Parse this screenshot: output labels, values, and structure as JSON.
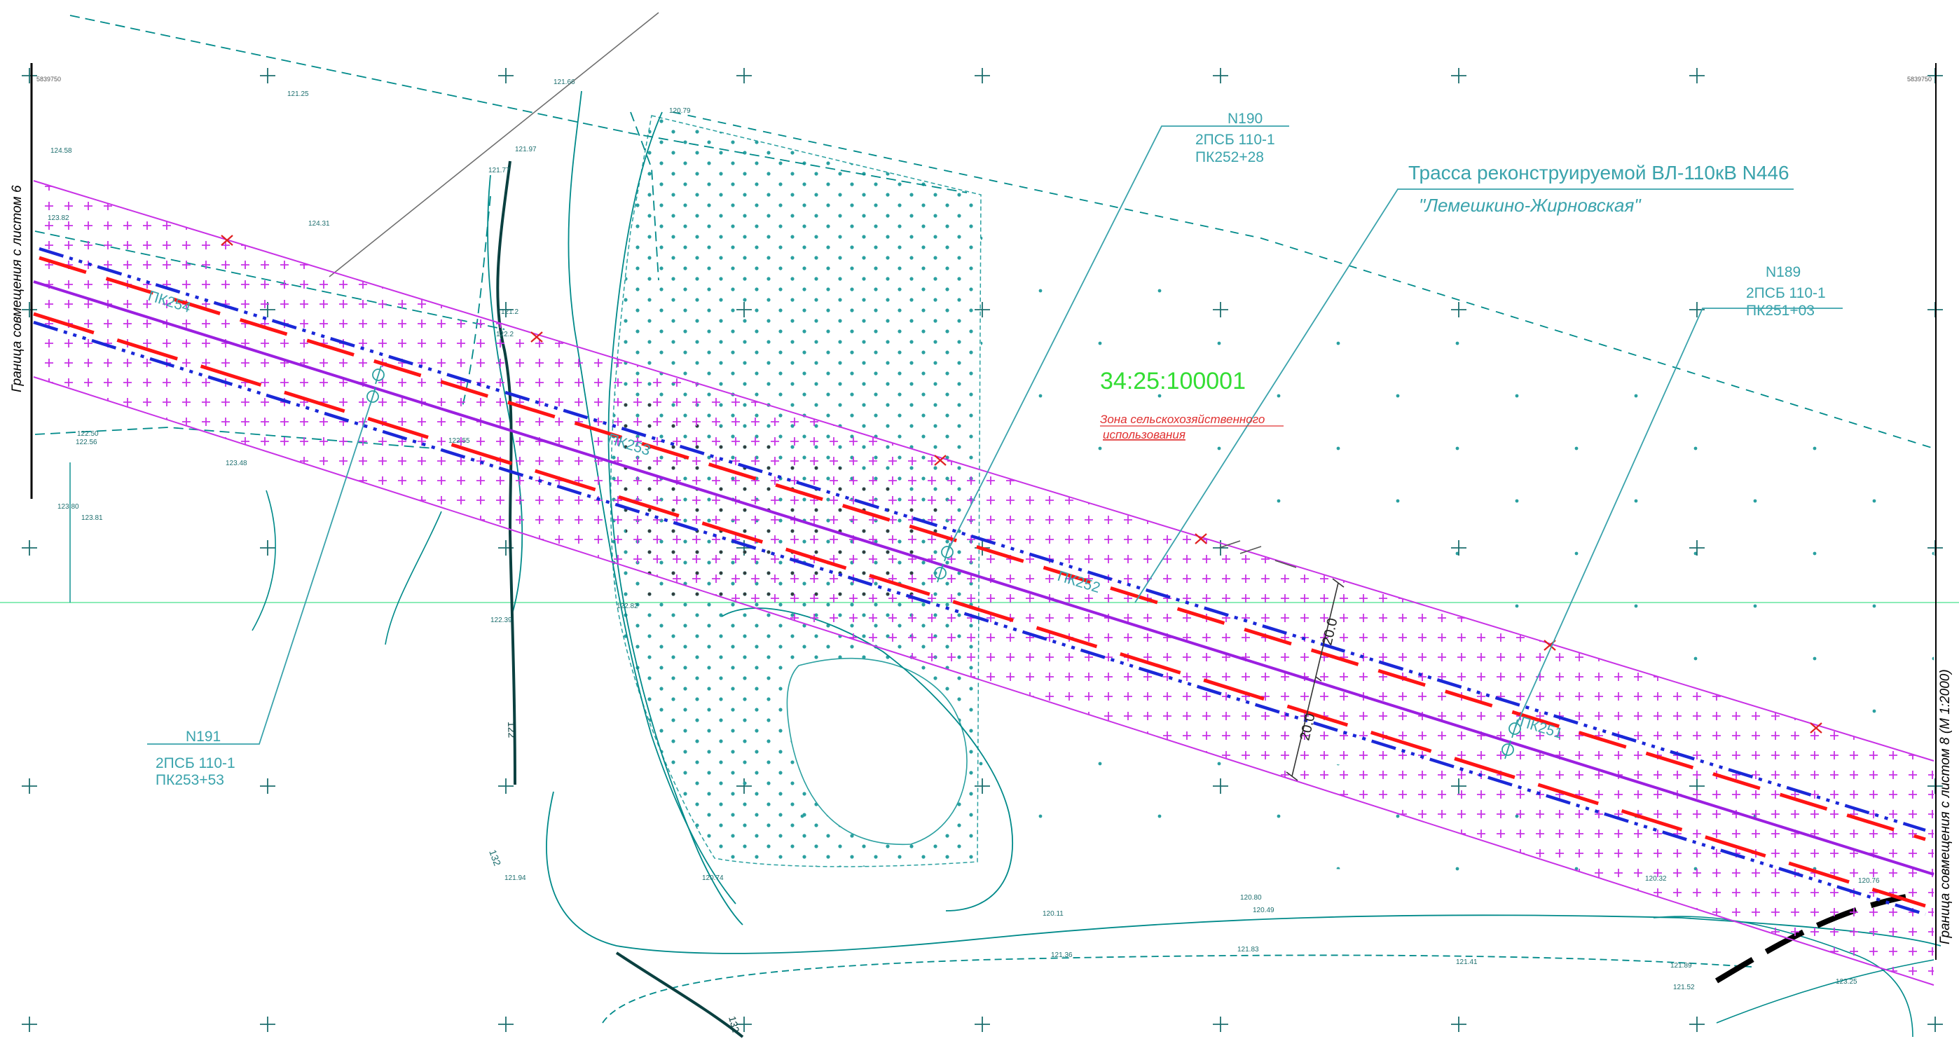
{
  "parcel": {
    "cadastral_number": "34:25:100001",
    "zone_label_line1": "Зона сельскохозяйственного",
    "zone_label_line2": "использования"
  },
  "route": {
    "title_line1": "Трасса реконструируемой ВЛ-110кВ N446",
    "title_line2": "\"Лемешкино-Жирновская\""
  },
  "supports": [
    {
      "number": "N190",
      "type": "2ПСБ 110-1",
      "picket": "ПК252+28"
    },
    {
      "number": "N189",
      "type": "2ПСБ 110-1",
      "picket": "ПК251+03"
    },
    {
      "number": "N191",
      "type": "2ПСБ 110-1",
      "picket": "ПК253+53"
    }
  ],
  "pickets": [
    "ПК254",
    "ПК253",
    "ПК252",
    "ПК251"
  ],
  "dimensions": {
    "upper": "20.0",
    "lower": "20.0"
  },
  "margin_labels": {
    "left": "Граница совмещения с листом 6",
    "right": "Граница совмещения с листом 8 (М 1:2000)"
  },
  "elevations": [
    "121.25",
    "121.66",
    "120.79",
    "124.58",
    "121.97",
    "121.77",
    "124.31",
    "123.82",
    "121.2",
    "122.2",
    "122.50",
    "122.56",
    "123.48",
    "122.55",
    "123.80",
    "123.81",
    "122.39",
    "122.82",
    "121.94",
    "132",
    "120.74",
    "120.80",
    "120.49",
    "120.32",
    "120.76",
    "120.11",
    "121.36",
    "121.83",
    "121.41",
    "121.89",
    "121.52",
    "123.25"
  ],
  "contours": [
    "122",
    "132"
  ],
  "coordinates": {
    "left_top": "5839750",
    "right_top": "5839750"
  },
  "colors": {
    "background": "#ffffff",
    "survey_cyan": "#008a8a",
    "callout_teal": "#3aa3ac",
    "zone_magenta": "#c832e6",
    "axis_violet": "#9b1fe0",
    "wire_red": "#ff1414",
    "wire_blue": "#1a28d8",
    "cadastral_green": "#33dd33",
    "annotation_red": "#e03030",
    "grid_line": "#66e6a0"
  }
}
